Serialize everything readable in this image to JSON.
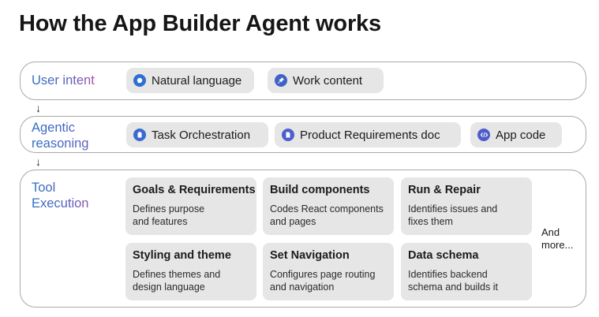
{
  "title": "How the App Builder Agent works",
  "colors": {
    "label_gradient_start": "#2c6fc4",
    "label_gradient_end": "#a64fa8",
    "pill_bg": "#e6e6e6",
    "border": "#a9a9a9"
  },
  "rows": {
    "intent": {
      "label": "User intent",
      "items": [
        {
          "label": "Natural language",
          "icon": "chat-bubble-icon"
        },
        {
          "label": "Work content",
          "icon": "pin-icon"
        }
      ]
    },
    "reasoning": {
      "label": "Agentic reasoning",
      "items": [
        {
          "label": "Task Orchestration",
          "icon": "clipboard-icon"
        },
        {
          "label": "Product Requirements doc",
          "icon": "document-icon"
        },
        {
          "label": "App code",
          "icon": "code-icon"
        }
      ]
    },
    "execution": {
      "label": "Tool Execution",
      "cards": [
        {
          "title": "Goals & Requirements",
          "desc": "Defines purpose and features"
        },
        {
          "title": "Build components",
          "desc": "Codes React components and pages"
        },
        {
          "title": "Run & Repair",
          "desc": "Identifies issues and fixes them"
        },
        {
          "title": "Styling and theme",
          "desc": "Defines themes and design language"
        },
        {
          "title": "Set Navigation",
          "desc": "Configures page routing and navigation"
        },
        {
          "title": "Data schema",
          "desc": "Identifies backend schema and builds it"
        }
      ],
      "more": "And more..."
    }
  },
  "arrow": "↓"
}
